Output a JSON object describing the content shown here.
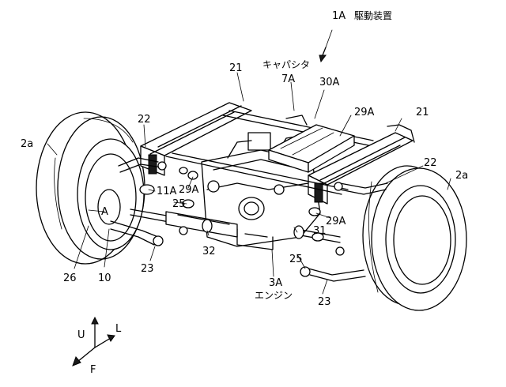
{
  "title": {
    "code": "1A",
    "name": "駆動装置"
  },
  "labels": {
    "capacitor_name": "キャパシタ",
    "capacitor_code": "7A",
    "l_30A": "30A",
    "l_21_left": "21",
    "l_21_right": "21",
    "l_22_left": "22",
    "l_22_right": "22",
    "l_29A_top": "29A",
    "l_29A_mid": "29A",
    "l_29A_low": "29A",
    "l_2a_left": "2a",
    "l_2a_right": "2a",
    "l_11A": "11A",
    "l_25_left": "25",
    "l_25_right": "25",
    "l_A": "A",
    "l_31": "31",
    "l_32": "32",
    "l_26": "26",
    "l_10": "10",
    "l_23_left": "23",
    "l_23_right": "23",
    "engine_code": "3A",
    "engine_name": "エンジン"
  },
  "axes": {
    "up": "U",
    "left": "L",
    "front": "F"
  }
}
